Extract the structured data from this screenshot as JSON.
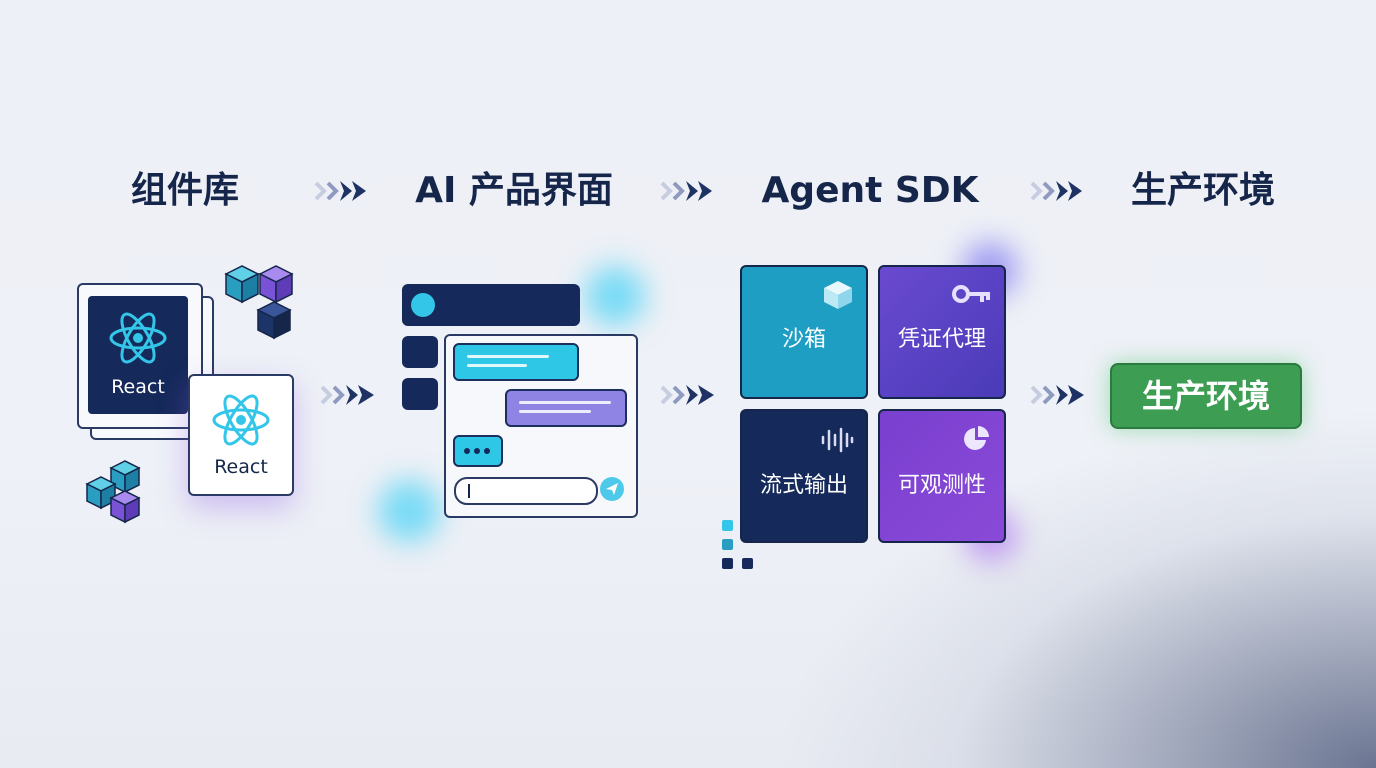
{
  "stages": [
    {
      "title": "组件库"
    },
    {
      "title": "AI 产品界面"
    },
    {
      "title": "Agent SDK"
    },
    {
      "title": "生产环境"
    }
  ],
  "component_library": {
    "cards": [
      {
        "label": "React"
      },
      {
        "label": "React"
      }
    ],
    "icons": [
      "react-atom-icon",
      "cube-icon"
    ]
  },
  "ai_ui": {
    "icons": [
      "send-icon",
      "typing-dots-icon"
    ]
  },
  "agent_sdk": {
    "tiles": [
      {
        "label": "沙箱",
        "icon": "box-icon",
        "color": "#1f9ec4"
      },
      {
        "label": "凭证代理",
        "icon": "key-icon",
        "color": "#5a3fc0"
      },
      {
        "label": "流式输出",
        "icon": "waveform-icon",
        "color": "#15295a"
      },
      {
        "label": "可观测性",
        "icon": "pie-chart-icon",
        "color": "#7a3fcf"
      }
    ]
  },
  "production": {
    "label": "生产环境",
    "color": "#3c9d53"
  },
  "colors": {
    "navy": "#15264a",
    "cyan": "#33c6e8",
    "purple": "#8b7ee0",
    "green": "#3c9d53"
  }
}
